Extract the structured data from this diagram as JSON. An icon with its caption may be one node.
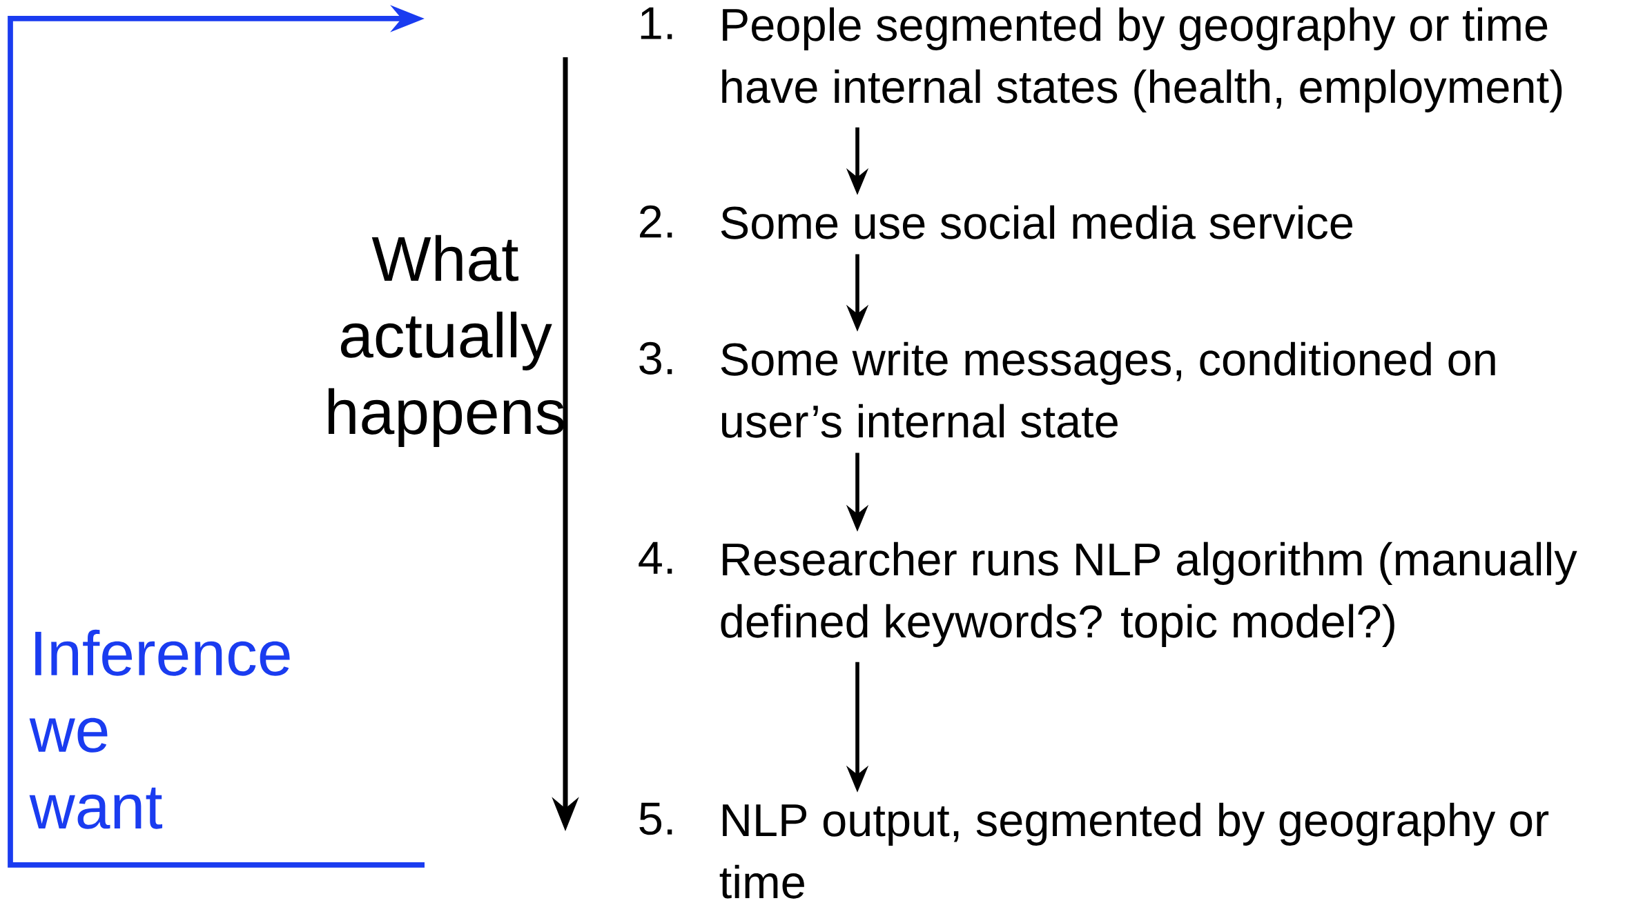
{
  "diagram": {
    "nodes": [
      {
        "text": [
          "1.",
          "People segmented by geography or time have internal states (health, employment)"
        ]
      },
      {
        "text": [
          "2.",
          "Some use social media service"
        ]
      },
      {
        "text": [
          "3.",
          "Some write messages, conditioned on user’s internal state"
        ]
      },
      {
        "text": [
          "4.",
          "Researcher runs NLP algorithm (manually defined keywords? topic model?)"
        ]
      },
      {
        "text": [
          "5.",
          "NLP output, segmented by geography or time"
        ]
      }
    ],
    "edges": [
      {
        "from": 0,
        "to": 1,
        "arrow": "to"
      },
      {
        "from": 1,
        "to": 2,
        "arrow": "to"
      },
      {
        "from": 2,
        "to": 3,
        "arrow": "to"
      },
      {
        "from": 3,
        "to": 4,
        "arrow": "to"
      }
    ],
    "labels": [
      "What actually happens",
      "Inference we want"
    ]
  }
}
